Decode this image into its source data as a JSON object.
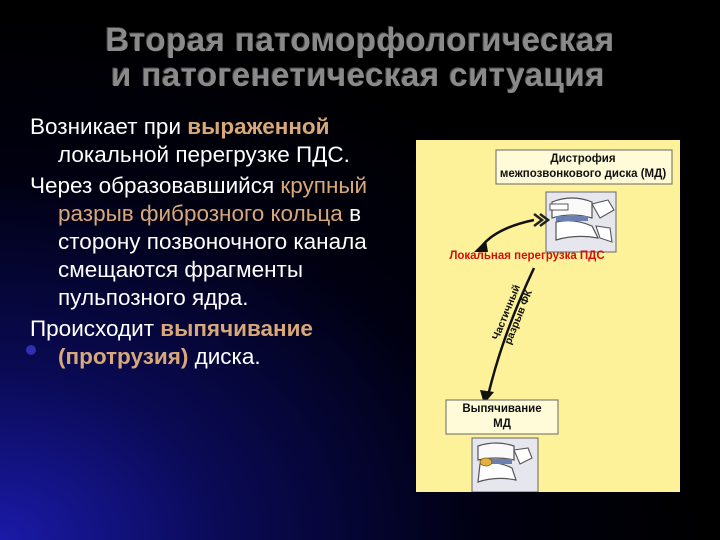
{
  "title": {
    "line1": "Вторая патоморфологическая",
    "line2": "и патогенетическая ситуация"
  },
  "paragraphs": {
    "p1": {
      "a": "Возникает при ",
      "b": "выраженной",
      "c": " локальной перегрузке ПДС."
    },
    "p2": {
      "a": "Через образовавшийся ",
      "b": "крупный разрыв фиброзного кольца",
      "c": " в сторону позвоночного канала смещаются фрагменты пульпозного ядра."
    },
    "p3": {
      "a": "Происходит ",
      "b": "выпячивание (протрузия)",
      "c": " диска."
    }
  },
  "figure": {
    "dystrophy_line1": "Дистрофия",
    "dystrophy_line2": "межпозвонкового диска (МД)",
    "local_overload": "Локальная перегрузка ПДС",
    "partial_line1": "Частичный",
    "partial_line2": "разрыв ФК",
    "bulge_line1": "Выпячивание",
    "bulge_line2": "МД"
  },
  "colors": {
    "title": "#8a8a8a",
    "text": "#ffffff",
    "highlight": "#d8a878",
    "figure_bg": "#fdf29a",
    "overload_red": "#d01010"
  }
}
